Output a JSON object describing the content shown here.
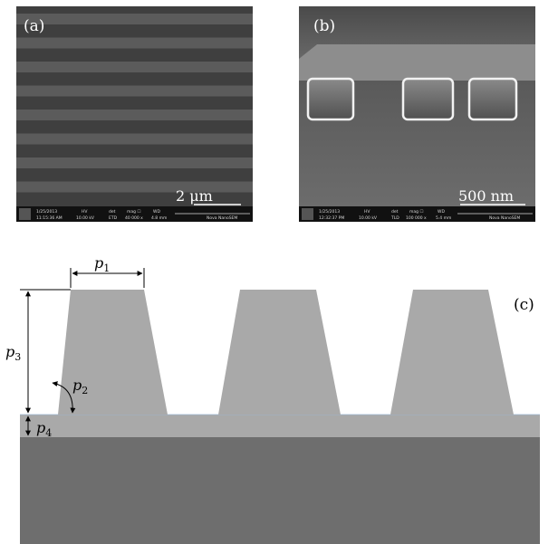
{
  "panel_a": {
    "label": "(a)",
    "scale_bar": "2 μm",
    "info_bar": {
      "date": "1/25/2013",
      "time": "11:15:36 AM",
      "hv_title": "HV",
      "hv": "10.00 kV",
      "det_title": "det",
      "det": "ETD",
      "mag_title": "mag ☐",
      "mag": "40 000 x",
      "wd_title": "WD",
      "wd": "4.8 mm",
      "instrument": "Nova NanoSEM"
    }
  },
  "panel_b": {
    "label": "(b)",
    "scale_bar": "500 nm",
    "info_bar": {
      "date": "1/25/2013",
      "time": "12:32:37 PM",
      "hv_title": "HV",
      "hv": "10.00 kV",
      "det_title": "det",
      "det": "TLD",
      "mag_title": "mag ☐",
      "mag": "100 000 x",
      "wd_title": "WD",
      "wd": "5.4 mm",
      "instrument": "Nova NanoSEM"
    }
  },
  "panel_c": {
    "label": "(c)",
    "params": {
      "p1": "p",
      "p1_sub": "1",
      "p2": "p",
      "p2_sub": "2",
      "p3": "p",
      "p3_sub": "3",
      "p4": "p",
      "p4_sub": "4"
    }
  },
  "colors": {
    "ridge": "#a9a9a9",
    "substrate": "#6e6e6e",
    "sem_dark": "#3e3e3e",
    "sem_stripe": "#5b5b5b"
  }
}
